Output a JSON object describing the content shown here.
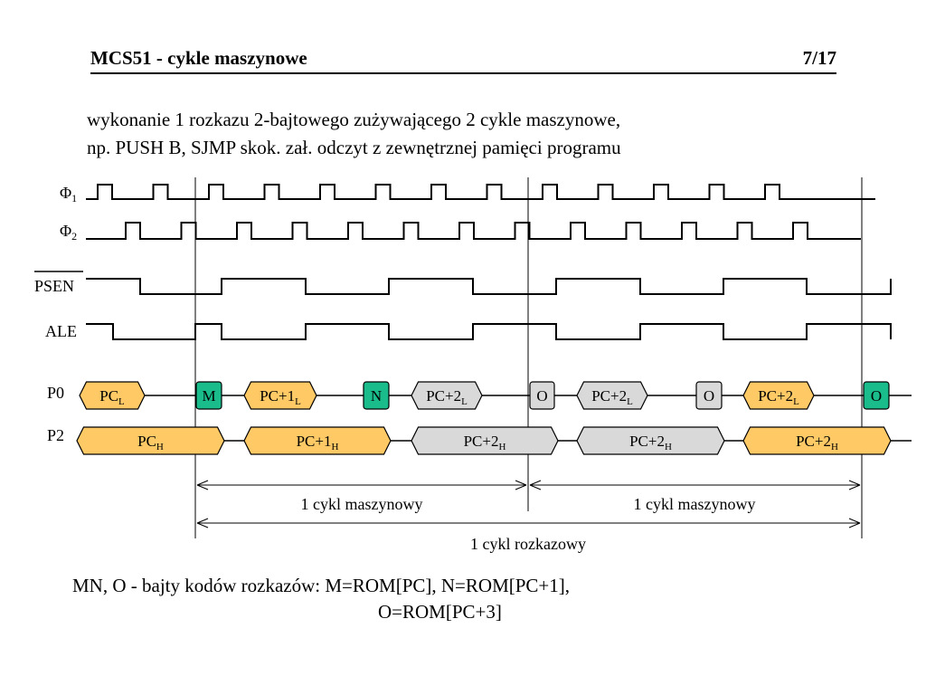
{
  "header": {
    "title": "MCS51 - cykle maszynowe",
    "page": "7/17"
  },
  "description": {
    "line1": "wykonanie 1 rozkazu 2-bajtowego zużywającego 2 cykle maszynowe,",
    "line2": "np. PUSH  B, SJMP skok. zał. odczyt z zewnętrznej pamięci programu"
  },
  "signals": {
    "phi1": {
      "sym": "Φ",
      "sub": "1"
    },
    "phi2": {
      "sym": "Φ",
      "sub": "2"
    },
    "psen": "PSEN",
    "ale": "ALE",
    "p0": "P0",
    "p2": "P2"
  },
  "p0_bytes": [
    {
      "text": "PC",
      "sub": "L",
      "kind": "addr"
    },
    {
      "text": "M",
      "sub": "",
      "kind": "code"
    },
    {
      "text": "PC+1",
      "sub": "L",
      "kind": "addr"
    },
    {
      "text": "N",
      "sub": "",
      "kind": "code"
    },
    {
      "text": "PC+2",
      "sub": "L",
      "kind": "dummy"
    },
    {
      "text": "O",
      "sub": "",
      "kind": "dummy"
    },
    {
      "text": "PC+2",
      "sub": "L",
      "kind": "dummy"
    },
    {
      "text": "O",
      "sub": "",
      "kind": "dummy"
    },
    {
      "text": "PC+2",
      "sub": "L",
      "kind": "addr"
    },
    {
      "text": "O",
      "sub": "",
      "kind": "code"
    }
  ],
  "p2_bytes": [
    {
      "text": "PC",
      "sub": "H",
      "kind": "addr"
    },
    {
      "text": "PC+1",
      "sub": "H",
      "kind": "addr"
    },
    {
      "text": "PC+2",
      "sub": "H",
      "kind": "dummy"
    },
    {
      "text": "PC+2",
      "sub": "H",
      "kind": "dummy"
    },
    {
      "text": "PC+2",
      "sub": "H",
      "kind": "addr"
    }
  ],
  "cycles": {
    "machine1": "1 cykl maszynowy",
    "machine2": "1 cykl maszynowy",
    "instruction": "1 cykl rozkazowy"
  },
  "colors": {
    "addr": "#FFC966",
    "code": "#1ABC8C",
    "dummy": "#D9D9D9"
  },
  "footer": {
    "line1": "MN, O - bajty kodów rozkazów: M=ROM[PC], N=ROM[PC+1],",
    "line2": "O=ROM[PC+3]"
  }
}
